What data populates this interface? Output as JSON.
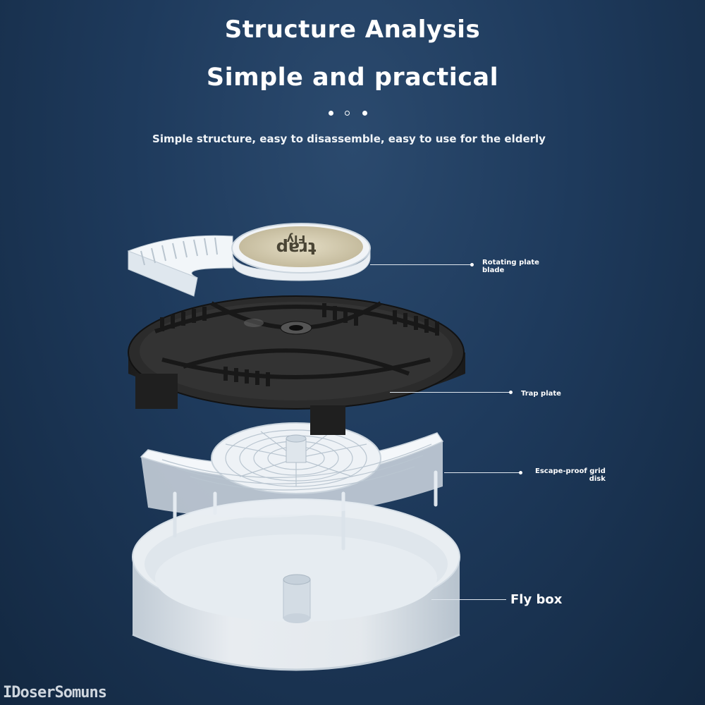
{
  "header": {
    "title_line1": "Structure Analysis",
    "title_line2": "Simple and practical",
    "subtitle": "Simple structure, easy to disassemble, easy to use for the elderly"
  },
  "pagination": {
    "dot_count": 3,
    "active_index": 1
  },
  "lid_label": {
    "line1": "Fly",
    "line2": "trap"
  },
  "callouts": {
    "rotating_plate": {
      "line1": "Rotating plate",
      "line2": "blade"
    },
    "trap_plate": "Trap plate",
    "grid_disk": {
      "line1": "Escape-proof grid",
      "line2": "disk"
    },
    "fly_box": "Fly box"
  },
  "watermark": "IDoserSomuns",
  "colors": {
    "background": "#1e3a5c",
    "trap_plate": "#2a2a2a",
    "translucent_plastic": "#e8eef3",
    "lid_center": "#d7cfb5"
  }
}
